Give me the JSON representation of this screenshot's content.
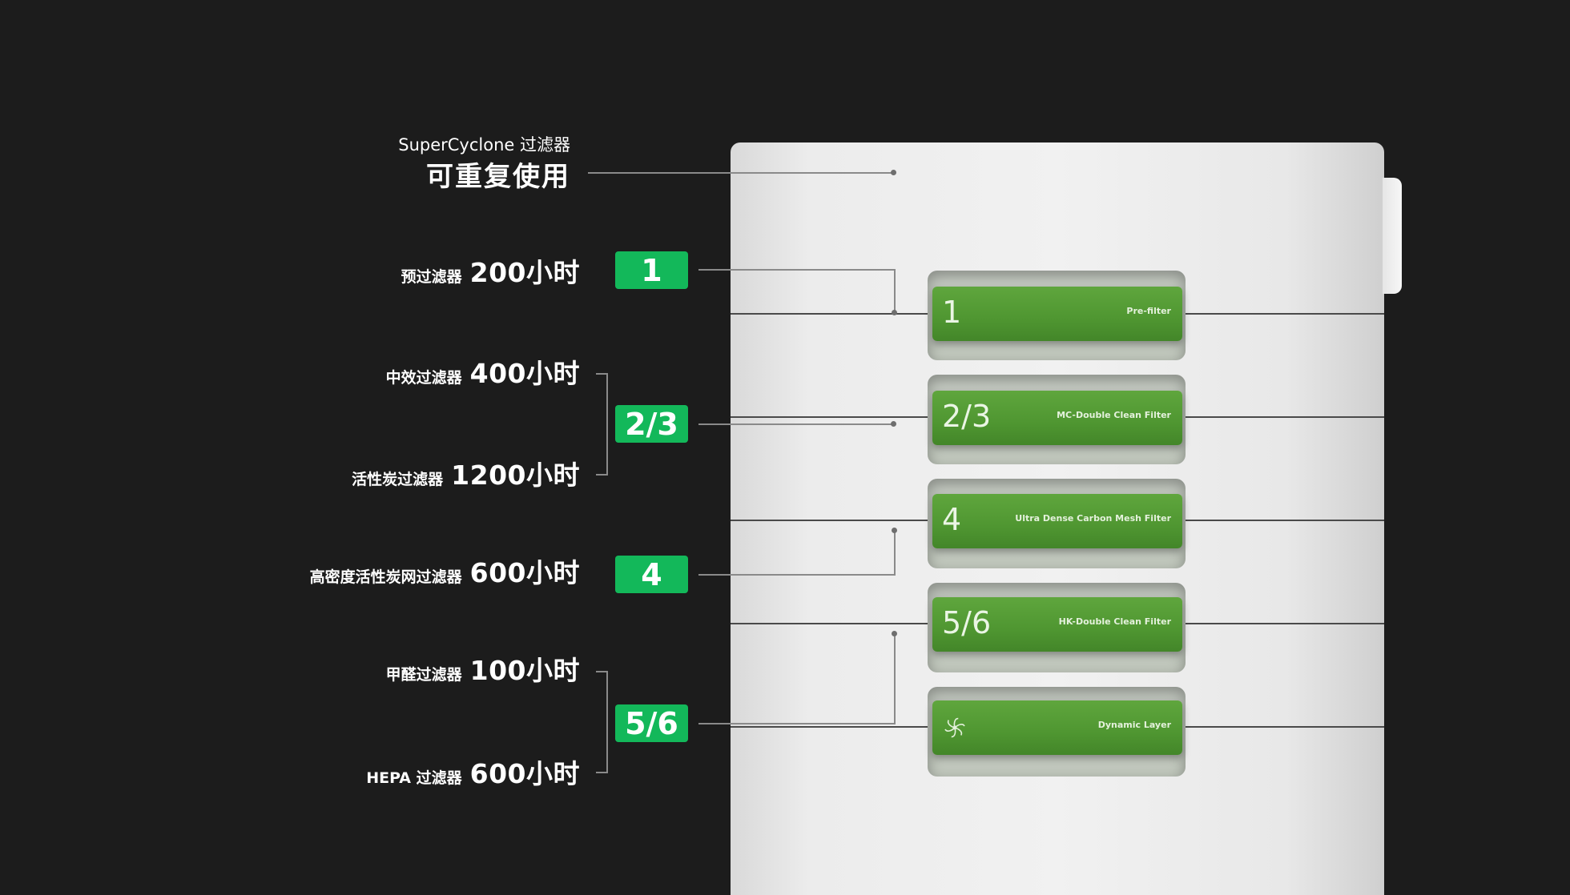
{
  "top": {
    "subtitle": "SuperCyclone 过滤器",
    "title": "可重复使用"
  },
  "labels": [
    {
      "name": "预过滤器",
      "value": "200小时"
    },
    {
      "name": "中效过滤器",
      "value": "400小时"
    },
    {
      "name": "活性炭过滤器",
      "value": "1200小时"
    },
    {
      "name": "高密度活性炭网过滤器",
      "value": "600小时"
    },
    {
      "name": "甲醛过滤器",
      "value": "100小时"
    },
    {
      "name": "HEPA 过滤器",
      "value": "600小时"
    }
  ],
  "badges": [
    "1",
    "2/3",
    "4",
    "5/6"
  ],
  "filters": [
    {
      "number": "1",
      "name": "Pre-filter"
    },
    {
      "number": "2/3",
      "name": "MC-Double Clean Filter"
    },
    {
      "number": "4",
      "name": "Ultra Dense Carbon Mesh Filter"
    },
    {
      "number": "5/6",
      "name": "HK-Double Clean Filter"
    },
    {
      "number": "",
      "name": "Dynamic Layer",
      "icon": "fan-icon"
    }
  ],
  "colors": {
    "background": "#1c1c1c",
    "badge": "#13b85a",
    "filter": "#4f9631",
    "device": "#efefef"
  }
}
